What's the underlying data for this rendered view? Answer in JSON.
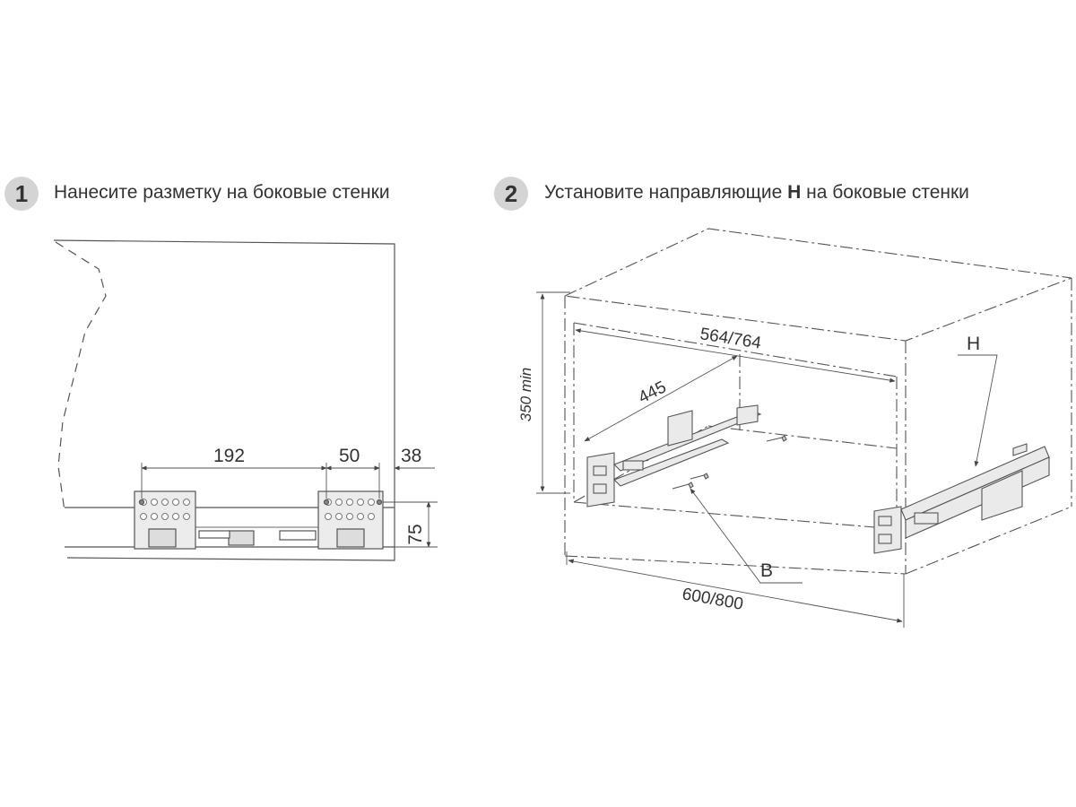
{
  "steps": [
    {
      "number": "1",
      "text": "Нанесите разметку на боковые стенки"
    },
    {
      "number": "2",
      "text_before": "Установите направляющие ",
      "text_bold": "H",
      "text_after": " на боковые стенки"
    }
  ],
  "figure1": {
    "dim_192": "192",
    "dim_50": "50",
    "dim_38": "38",
    "dim_75": "75"
  },
  "figure2": {
    "dim_width_inner": "564/764",
    "dim_445": "445",
    "dim_height": "350 min",
    "dim_depth": "600/800",
    "label_h": "H",
    "label_b": "B"
  },
  "colors": {
    "line": "#555555",
    "badge": "#d4d4d4",
    "part_fill": "#e6e6e6"
  }
}
